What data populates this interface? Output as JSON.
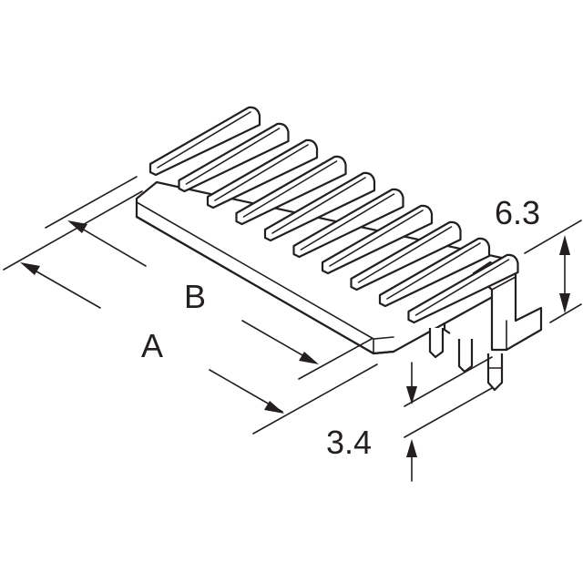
{
  "dimensions": {
    "a": "A",
    "b": "B",
    "height": "6.3",
    "pin_length": "3.4"
  }
}
